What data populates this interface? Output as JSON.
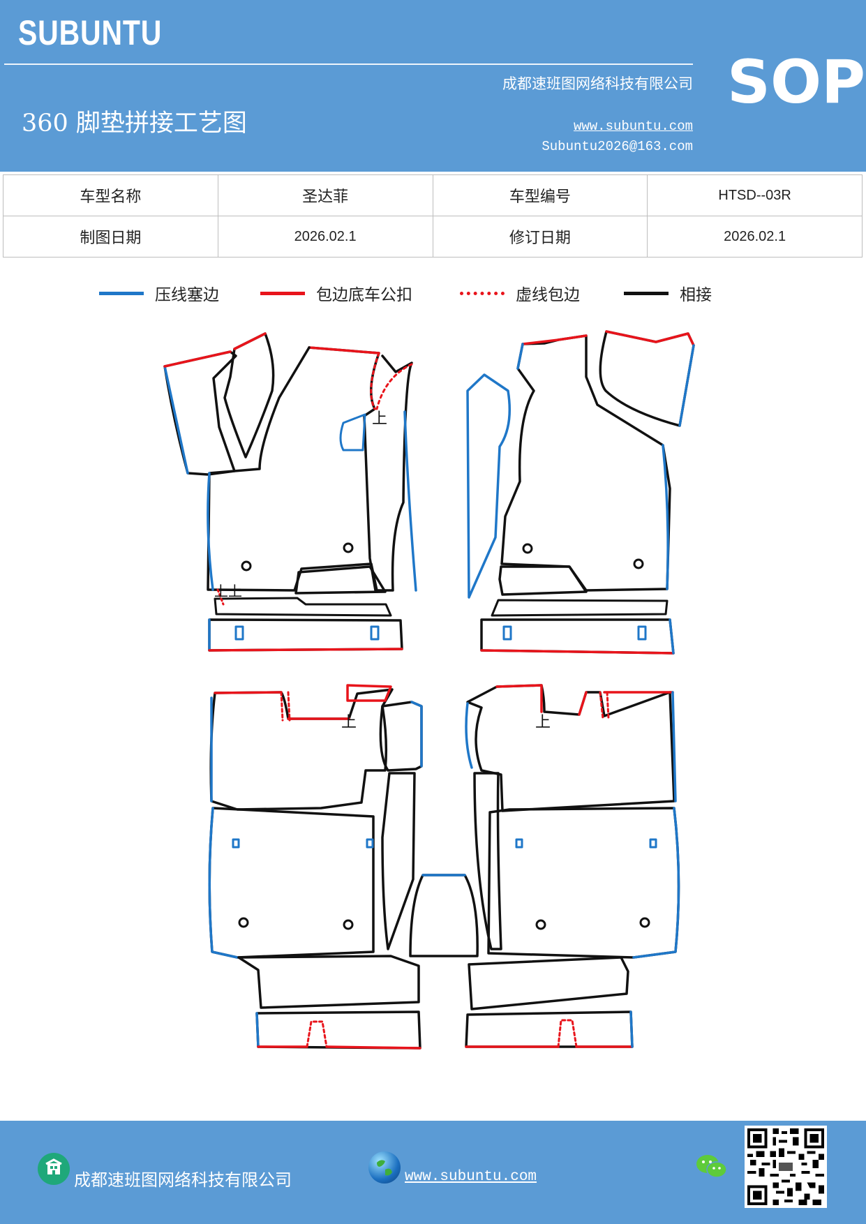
{
  "header": {
    "logo": "SUBUNTU",
    "company": "成都速班图网络科技有限公司",
    "title": "360 脚垫拼接工艺图",
    "website": "www.subuntu.com",
    "email": "Subuntu2026@163.com",
    "badge": "SOP"
  },
  "info_table": {
    "model_name_label": "车型名称",
    "model_name_value": "圣达菲",
    "model_code_label": "车型编号",
    "model_code_value": "HTSD--03R",
    "draw_date_label": "制图日期",
    "draw_date_value": "2026.02.1",
    "revise_date_label": "修订日期",
    "revise_date_value": "2026.02.1"
  },
  "legend": [
    {
      "label": "压线塞边",
      "color": "#1f77c8",
      "style": "solid"
    },
    {
      "label": "包边底车公扣",
      "color": "#e8141b",
      "style": "solid"
    },
    {
      "label": "虚线包边",
      "color": "#e8141b",
      "style": "dotted"
    },
    {
      "label": "相接",
      "color": "#111111",
      "style": "solid"
    }
  ],
  "colors": {
    "blue_edge": "#1f77c8",
    "red_edge": "#e8141b",
    "joint": "#111111",
    "brand": "#5b9bd5"
  },
  "diagram_marks": {
    "top_mark": "上"
  },
  "footer": {
    "company": "成都速班图网络科技有限公司",
    "website": "www.subuntu.com",
    "icons": [
      "building-icon",
      "globe-icon",
      "wechat-icon",
      "qr-code"
    ]
  }
}
